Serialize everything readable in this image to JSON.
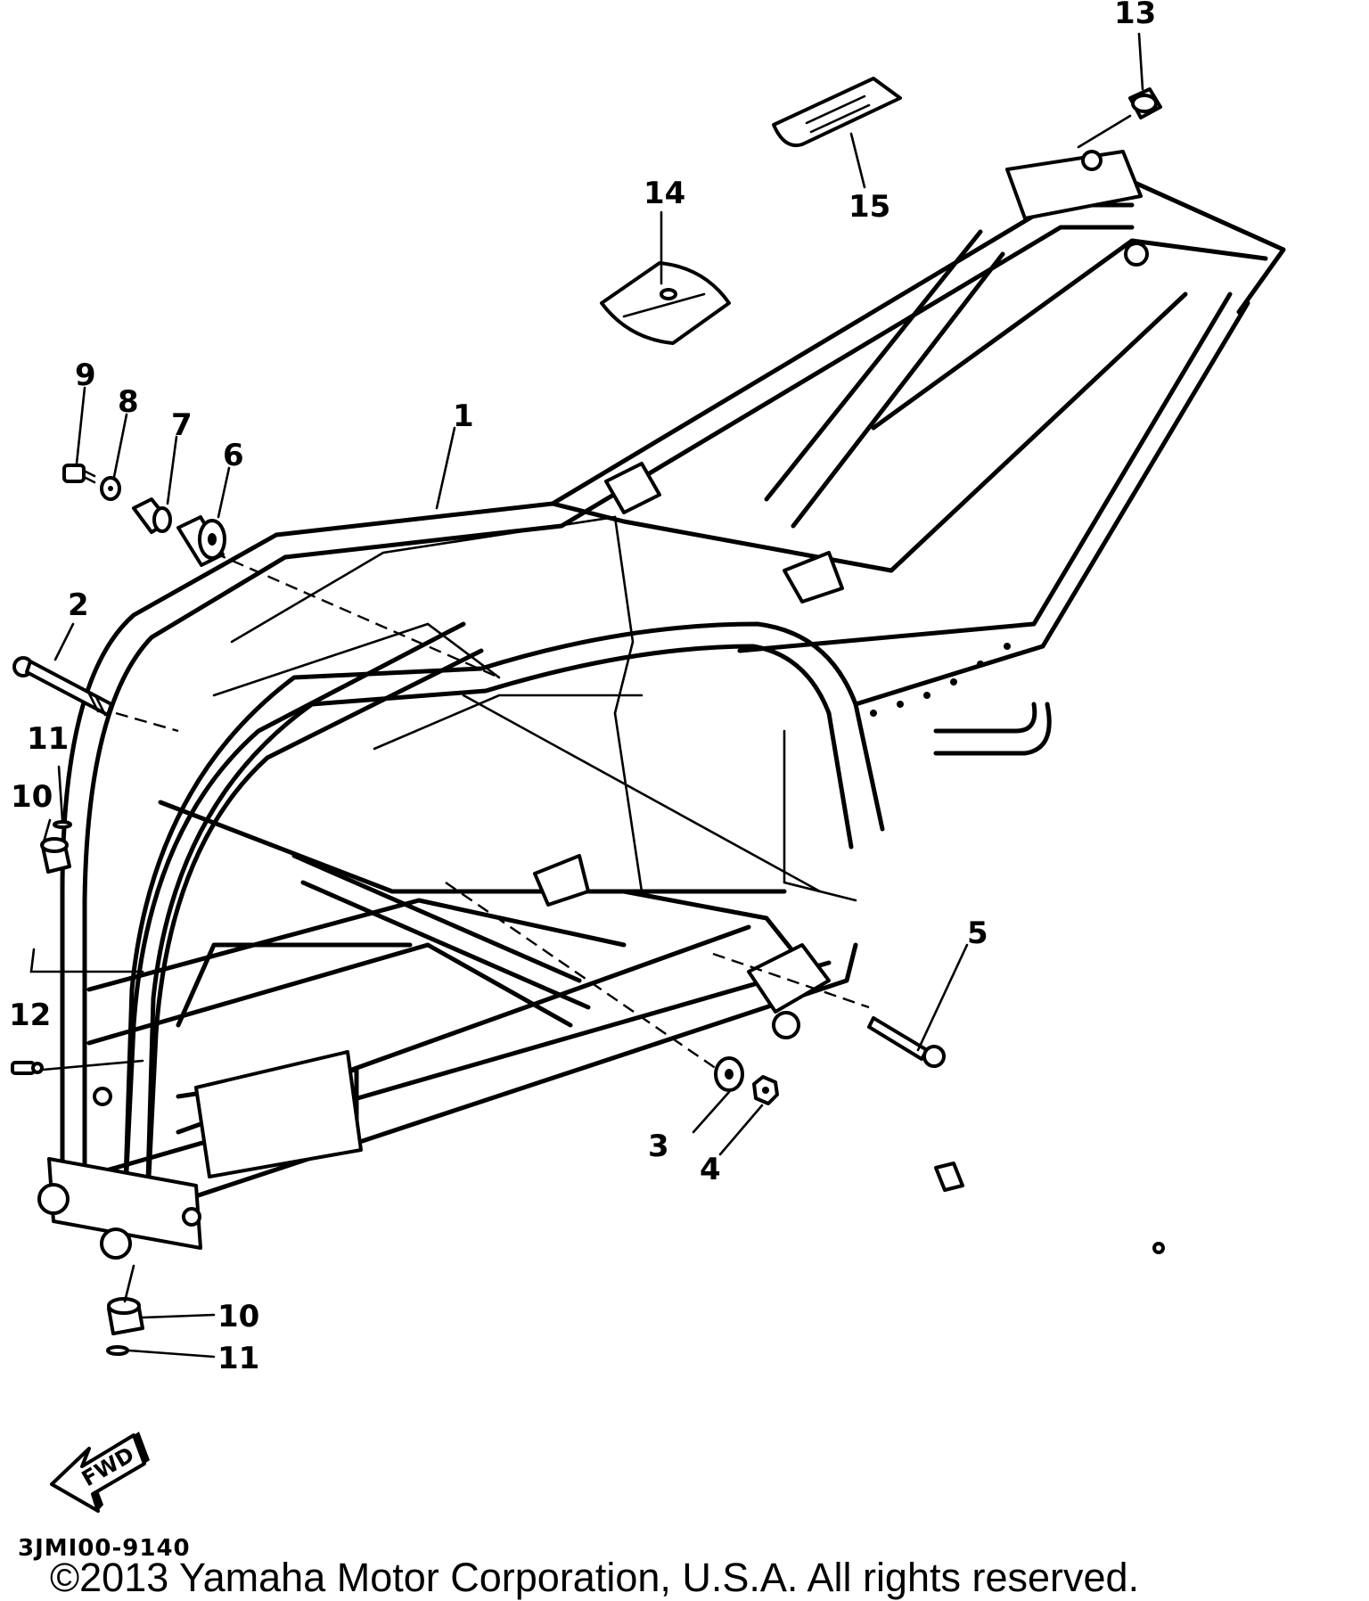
{
  "callouts": {
    "c1": "1",
    "c2": "2",
    "c3": "3",
    "c4": "4",
    "c5": "5",
    "c6": "6",
    "c7": "7",
    "c8": "8",
    "c9": "9",
    "c10a": "10",
    "c10b": "10",
    "c11a": "11",
    "c11b": "11",
    "c12": "12",
    "c13": "13",
    "c14": "14",
    "c15": "15"
  },
  "fwd_label": "FWD",
  "diagram_code": "3JMI00-9140",
  "copyright": "©2013 Yamaha Motor Corporation, U.S.A. All rights reserved."
}
